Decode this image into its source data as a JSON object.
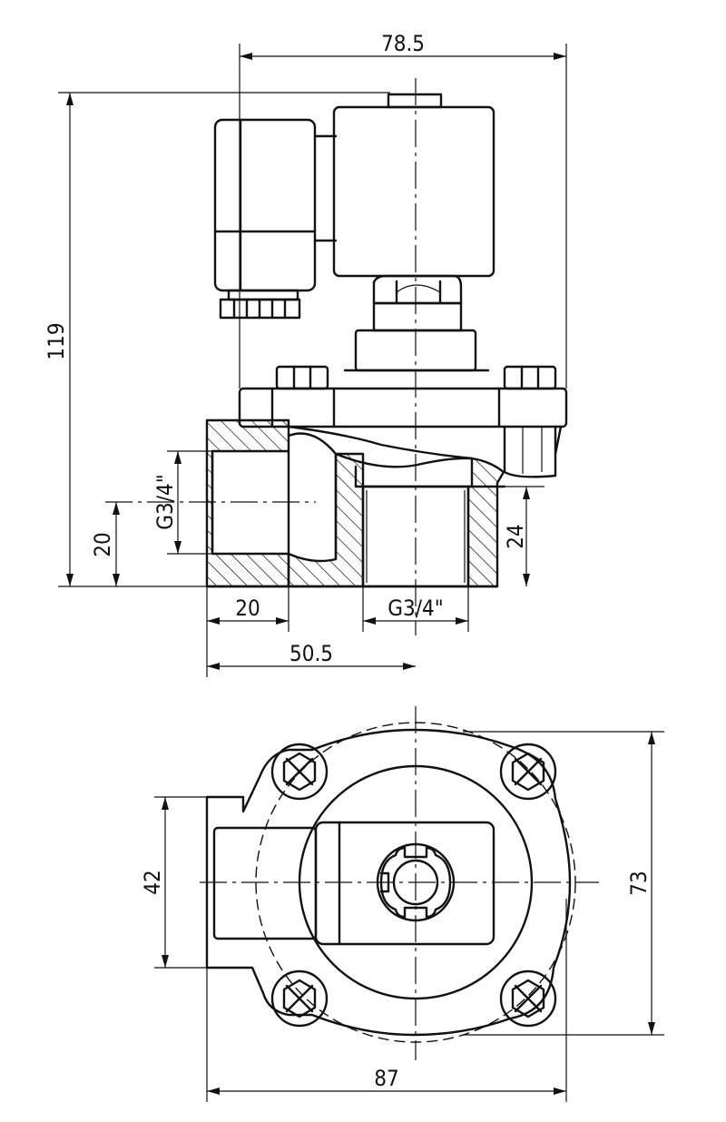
{
  "drawing": {
    "dimensions": {
      "width_total": "78.5",
      "height_total": "119",
      "inlet_thread": "G3/4\"",
      "inlet_center_height": "20",
      "outlet_thread": "G3/4\"",
      "outlet_depth": "24",
      "inlet_length": "20",
      "inlet_to_center": "50.5",
      "body_width": "42",
      "body_depth": "73",
      "overall_length": "87"
    }
  }
}
